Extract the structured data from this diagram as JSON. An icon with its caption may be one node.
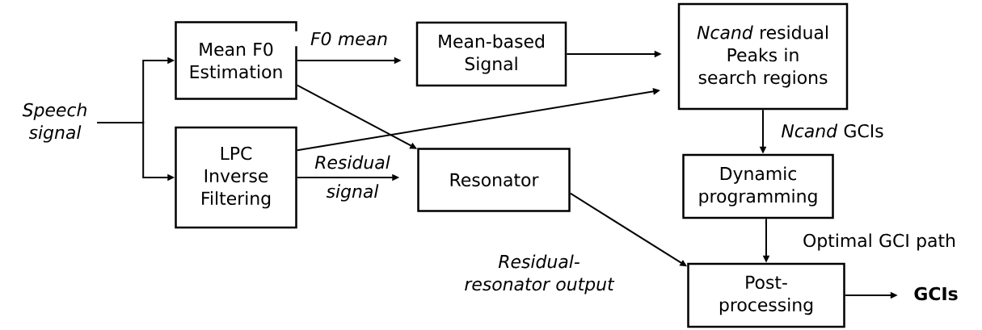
{
  "diagram": {
    "nodes": [
      {
        "text": [
          "Speech signal"
        ]
      },
      {
        "text": [
          "Mean F0 Estimation"
        ]
      },
      {
        "text": [
          "LPC Inverse Filtering"
        ]
      },
      {
        "text": [
          "Mean-based Signal"
        ]
      },
      {
        "text": [
          "*Ncand* residual Peaks in search regions"
        ]
      },
      {
        "text": [
          "Resonator"
        ]
      },
      {
        "text": [
          "Dynamic programming"
        ]
      },
      {
        "text": [
          "Post-processing"
        ]
      },
      {
        "text": [
          "GCIs"
        ]
      }
    ],
    "edges": [
      {
        "from": 0,
        "to": 1,
        "arrow": "to"
      },
      {
        "from": 0,
        "to": 2,
        "arrow": "to"
      },
      {
        "from": 1,
        "to": 3,
        "arrow": "to",
        "label": "F0 mean"
      },
      {
        "from": 1,
        "to": 5,
        "arrow": "to"
      },
      {
        "from": 2,
        "to": 4,
        "arrow": "to"
      },
      {
        "from": 2,
        "to": 5,
        "arrow": "to",
        "label": "Residual signal"
      },
      {
        "from": 3,
        "to": 4,
        "arrow": "to"
      },
      {
        "from": 4,
        "to": 6,
        "arrow": "to",
        "label": "*Ncand* GCIs"
      },
      {
        "from": 5,
        "to": 7,
        "arrow": "to",
        "label": "Residual-resonator output"
      },
      {
        "from": 6,
        "to": 7,
        "arrow": "to",
        "label": "Optimal GCI path"
      },
      {
        "from": 7,
        "to": 8,
        "arrow": "to"
      }
    ]
  }
}
